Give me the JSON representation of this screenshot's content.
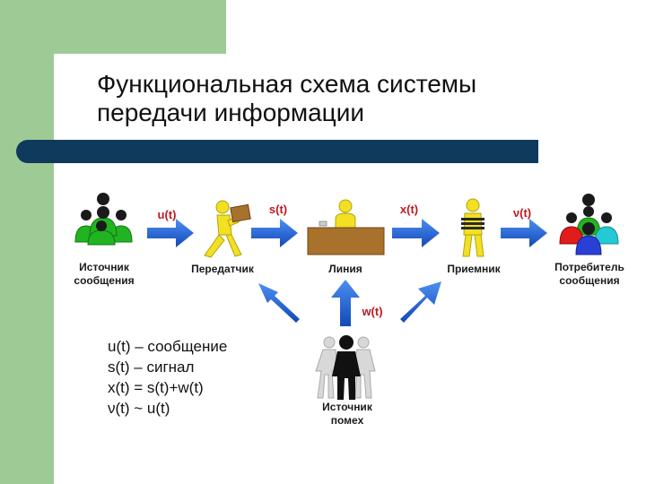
{
  "title": {
    "line1": "Функциональная схема системы",
    "line2": "передачи информации"
  },
  "nodes": {
    "source": {
      "label1": "Источник",
      "label2": "сообщения"
    },
    "transmitter": {
      "label": "Передатчик"
    },
    "line": {
      "label": "Линия"
    },
    "receiver": {
      "label": "Приемник"
    },
    "consumer": {
      "label1": "Потребитель",
      "label2": "сообщения"
    },
    "noise": {
      "label1": "Источник",
      "label2": "помех"
    }
  },
  "signals": {
    "u": "u(t)",
    "s": "s(t)",
    "x": "x(t)",
    "v": "ν(t)",
    "w": "w(t)"
  },
  "legend": [
    "u(t) – сообщение",
    "s(t) – сигнал",
    "x(t) = s(t)+w(t)",
    "ν(t) ~ u(t)"
  ],
  "colors": {
    "background_accent": "#9ecb95",
    "bar": "#0f3a5c",
    "arrow": "#1a63d8",
    "signal_label": "#c0181f",
    "person_green": "#22b322",
    "person_yellow": "#f2e022",
    "person_red": "#e21b1b",
    "person_blue": "#2a3fd6",
    "person_cyan": "#25c9d6",
    "desk": "#a8712c"
  }
}
